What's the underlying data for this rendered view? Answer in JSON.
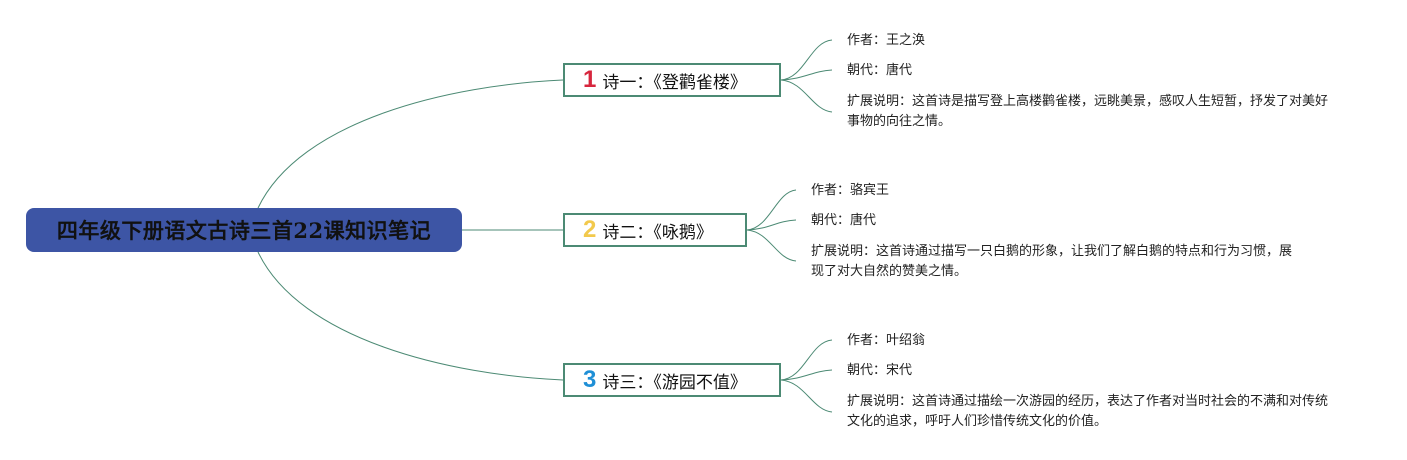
{
  "central_topic": "四年级下册语文古诗三首22课知识笔记",
  "colors": {
    "central_bg": "#3d55a5",
    "border": "#4c8a74",
    "line": "#4c8a74",
    "num1": "#d7263d",
    "num2": "#f2c94c",
    "num3": "#1f8fd6"
  },
  "poems": [
    {
      "number": "1",
      "title": "诗一：《登鹳雀楼》",
      "author": "作者：王之涣",
      "dynasty": "朝代：唐代",
      "explanation": "扩展说明：这首诗是描写登上高楼鹳雀楼，远眺美景，感叹人生短暂，抒发了对美好事物的向往之情。"
    },
    {
      "number": "2",
      "title": "诗二：《咏鹅》",
      "author": "作者：骆宾王",
      "dynasty": "朝代：唐代",
      "explanation": "扩展说明：这首诗通过描写一只白鹅的形象，让我们了解白鹅的特点和行为习惯，展现了对大自然的赞美之情。"
    },
    {
      "number": "3",
      "title": "诗三：《游园不值》",
      "author": "作者：叶绍翁",
      "dynasty": "朝代：宋代",
      "explanation": "扩展说明：这首诗通过描绘一次游园的经历，表达了作者对当时社会的不满和对传统文化的追求，呼吁人们珍惜传统文化的价值。"
    }
  ]
}
